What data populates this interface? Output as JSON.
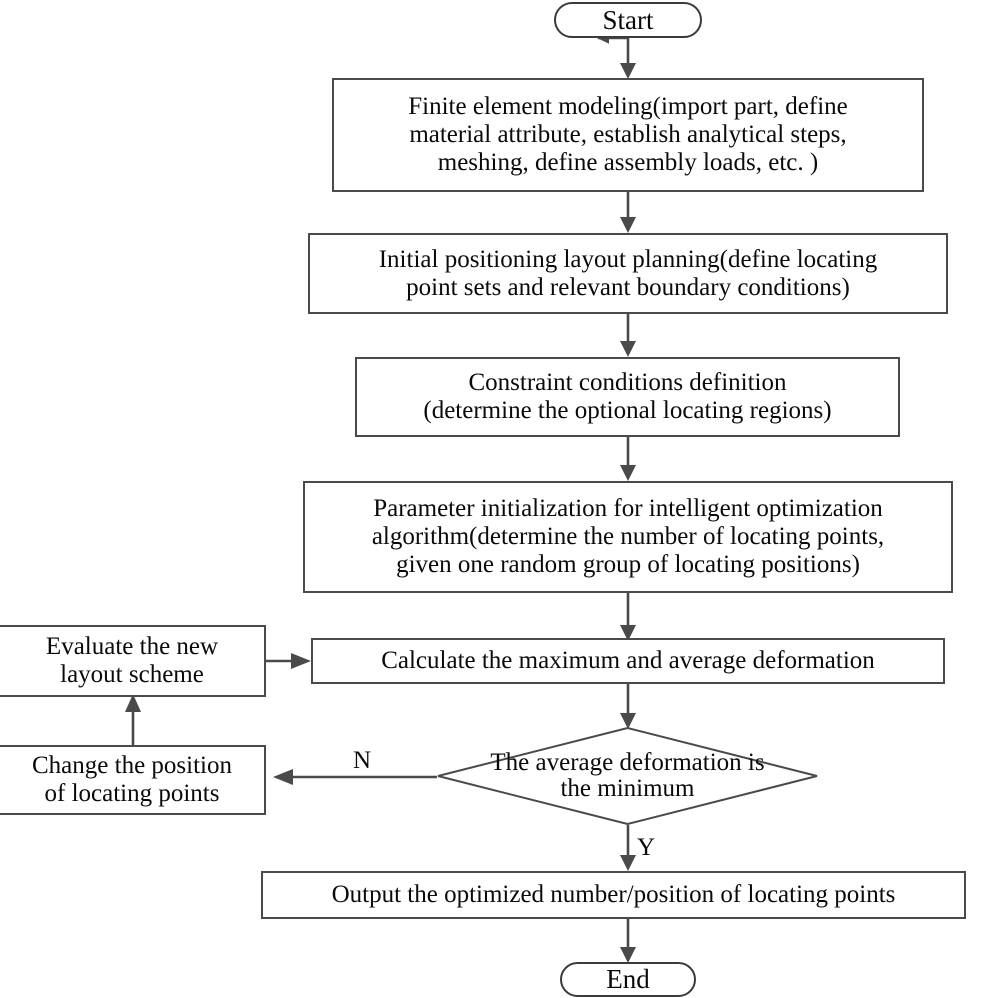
{
  "diagram": {
    "title": "Locating layout optimization flowchart",
    "line_color": "#4a4a4a",
    "text_color": "#0a0a0a",
    "background": "#ffffff"
  },
  "nodes": {
    "start": {
      "label": "Start",
      "shape": "terminal"
    },
    "fem": {
      "label": "Finite element modeling(import part, define\nmaterial attribute, establish analytical steps,\nmeshing, define assembly loads, etc. )",
      "shape": "process"
    },
    "initial_layout": {
      "label": "Initial positioning layout planning(define locating\npoint sets and relevant boundary conditions)",
      "shape": "process"
    },
    "constraints": {
      "label": "Constraint conditions definition\n(determine the optional locating regions)",
      "shape": "process"
    },
    "param_init": {
      "label": "Parameter initialization for intelligent optimization\nalgorithm(determine the number of locating points,\ngiven one random group of locating positions)",
      "shape": "process"
    },
    "evaluate": {
      "label": "Evaluate the new\nlayout scheme",
      "shape": "process"
    },
    "calculate": {
      "label": "Calculate the maximum and average deformation",
      "shape": "process"
    },
    "change_position": {
      "label": "Change the position\nof locating points",
      "shape": "process"
    },
    "decision": {
      "label": "The average deformation is\nthe minimum",
      "shape": "decision"
    },
    "output": {
      "label": "Output the optimized number/position of locating points",
      "shape": "process"
    },
    "end": {
      "label": "End",
      "shape": "terminal"
    }
  },
  "edge_labels": {
    "no": "N",
    "yes": "Y"
  },
  "edges": [
    {
      "from": "start",
      "to": "fem",
      "label": ""
    },
    {
      "from": "fem",
      "to": "initial_layout",
      "label": ""
    },
    {
      "from": "initial_layout",
      "to": "constraints",
      "label": ""
    },
    {
      "from": "constraints",
      "to": "param_init",
      "label": ""
    },
    {
      "from": "param_init",
      "to": "calculate",
      "label": ""
    },
    {
      "from": "evaluate",
      "to": "calculate",
      "label": ""
    },
    {
      "from": "calculate",
      "to": "decision",
      "label": ""
    },
    {
      "from": "decision",
      "to": "change_position",
      "label": "N"
    },
    {
      "from": "change_position",
      "to": "evaluate",
      "label": ""
    },
    {
      "from": "decision",
      "to": "output",
      "label": "Y"
    },
    {
      "from": "output",
      "to": "end",
      "label": ""
    }
  ]
}
